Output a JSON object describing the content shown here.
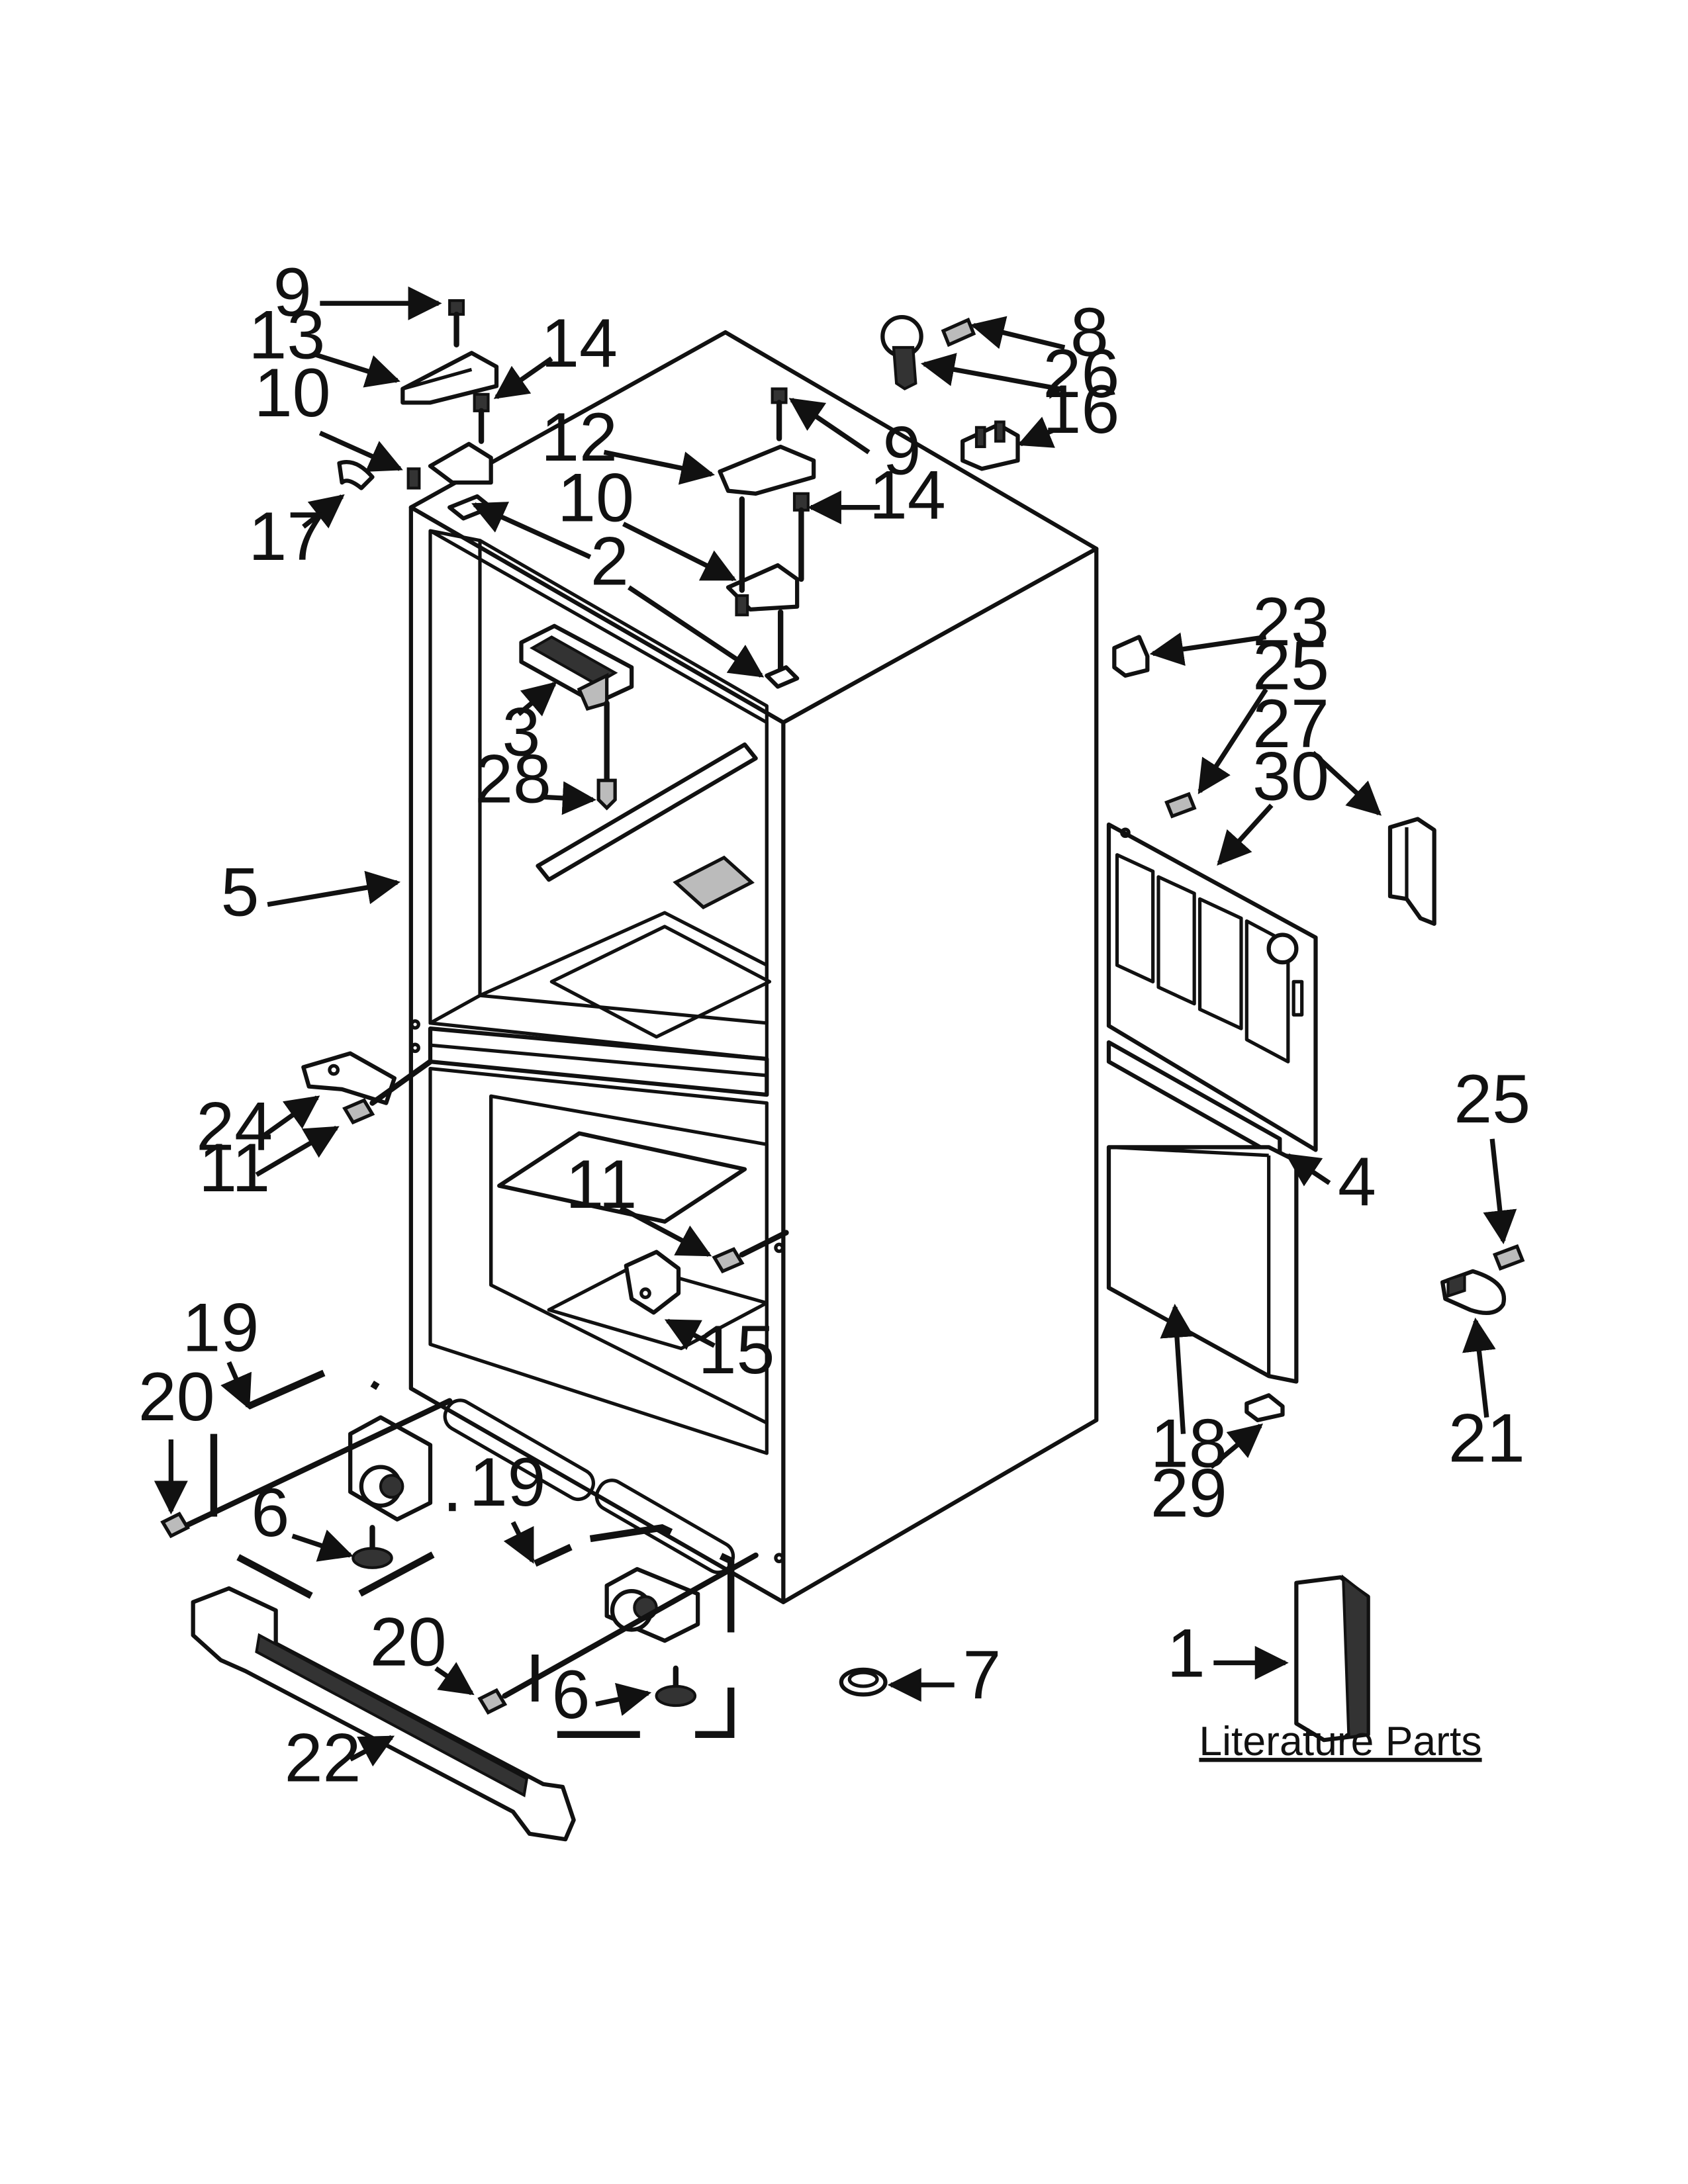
{
  "callouts": [
    {
      "label": "1"
    },
    {
      "label": "2"
    },
    {
      "label": "3"
    },
    {
      "label": "4"
    },
    {
      "label": "5"
    },
    {
      "label": "6"
    },
    {
      "label": "6"
    },
    {
      "label": "7"
    },
    {
      "label": "8"
    },
    {
      "label": "9"
    },
    {
      "label": "9"
    },
    {
      "label": "10"
    },
    {
      "label": "10"
    },
    {
      "label": "11"
    },
    {
      "label": "11"
    },
    {
      "label": "12"
    },
    {
      "label": "13"
    },
    {
      "label": "14"
    },
    {
      "label": "14"
    },
    {
      "label": "15"
    },
    {
      "label": "16"
    },
    {
      "label": "17"
    },
    {
      "label": "18"
    },
    {
      "label": "19"
    },
    {
      "label": "19"
    },
    {
      "label": "20"
    },
    {
      "label": "20"
    },
    {
      "label": "21"
    },
    {
      "label": "22"
    },
    {
      "label": "23"
    },
    {
      "label": "24"
    },
    {
      "label": "25"
    },
    {
      "label": "25"
    },
    {
      "label": "26"
    },
    {
      "label": "27"
    },
    {
      "label": "28"
    },
    {
      "label": "29"
    },
    {
      "label": "30"
    }
  ],
  "literature": {
    "label": "Literature Parts"
  },
  "colors": {
    "line": "#111111",
    "background": "#ffffff"
  }
}
